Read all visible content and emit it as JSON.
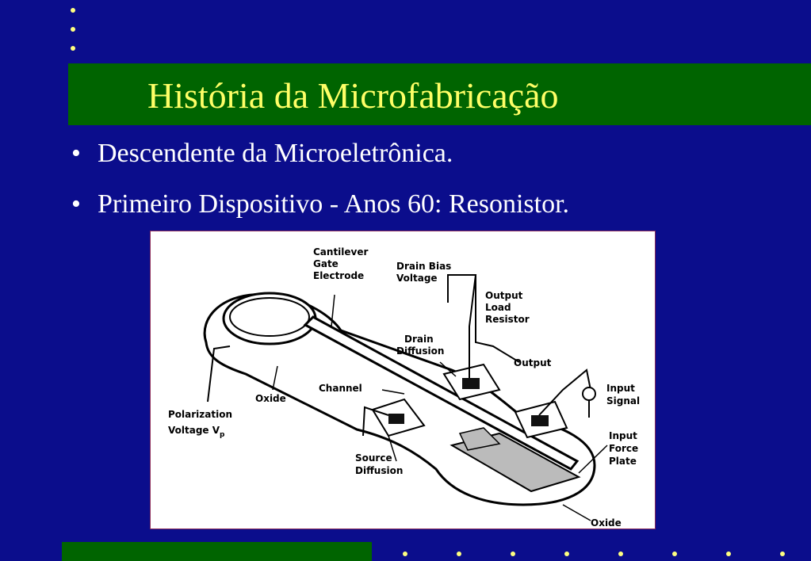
{
  "slide": {
    "title": "História da Microfabricação",
    "bullets": [
      "Descendente da Microeletrônica.",
      "Primeiro Dispositivo - Anos 60: Resonistor."
    ],
    "bullet_symbol": "•"
  },
  "diagram": {
    "labels": {
      "cantilever_1": "Cantilever",
      "cantilever_2": "Gate",
      "cantilever_3": "Electrode",
      "drain_bias_1": "Drain Bias",
      "drain_bias_2": "Voltage",
      "output_load_1": "Output",
      "output_load_2": "Load",
      "output_load_3": "Resistor",
      "drain_diff_1": "Drain",
      "drain_diff_2": "Diffusion",
      "output": "Output",
      "input_signal_1": "Input",
      "input_signal_2": "Signal",
      "channel": "Channel",
      "oxide_left": "Oxide",
      "polarization_1": "Polarization",
      "polarization_2": "Voltage V",
      "polarization_sub": "p",
      "input_force_1": "Input",
      "input_force_2": "Force",
      "input_force_3": "Plate",
      "source_diff_1": "Source",
      "source_diff_2": "Diffusion",
      "oxide_bottom": "Oxide"
    }
  },
  "colors": {
    "background": "#0b0d8c",
    "band": "#006400",
    "title": "#ffff66",
    "text": "#ffffff",
    "dots": "#ffff80"
  }
}
